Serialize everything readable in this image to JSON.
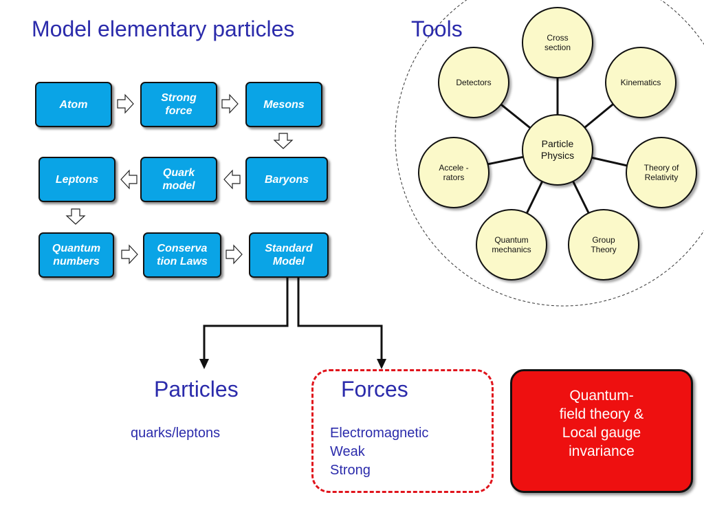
{
  "titles": {
    "main": "Model elementary particles",
    "tools": "Tools"
  },
  "flow": [
    {
      "id": "atom",
      "label": "Atom"
    },
    {
      "id": "strong-force",
      "label": "Strong\nforce"
    },
    {
      "id": "mesons",
      "label": "Mesons"
    },
    {
      "id": "baryons",
      "label": "Baryons"
    },
    {
      "id": "quark-model",
      "label": "Quark\nmodel"
    },
    {
      "id": "leptons",
      "label": "Leptons"
    },
    {
      "id": "quantum-numbers",
      "label": "Quantum\nnumbers"
    },
    {
      "id": "conservation-laws",
      "label": "Conserva\ntion Laws"
    },
    {
      "id": "standard-model",
      "label": "Standard\nModel"
    }
  ],
  "tools": {
    "center": "Particle\nPhysics",
    "items": [
      {
        "id": "cross-section",
        "label": "Cross\nsection"
      },
      {
        "id": "kinematics",
        "label": "Kinematics"
      },
      {
        "id": "relativity",
        "label": "Theory of\nRelativity"
      },
      {
        "id": "group-theory",
        "label": "Group\nTheory"
      },
      {
        "id": "quantum-mechanics",
        "label": "Quantum\nmechanics"
      },
      {
        "id": "accelerators",
        "label": "Accele -\nrators"
      },
      {
        "id": "detectors",
        "label": "Detectors"
      }
    ]
  },
  "particles": {
    "heading": "Particles",
    "text": "quarks/leptons"
  },
  "forces": {
    "heading": "Forces",
    "text": "Electromagnetic\nWeak\nStrong"
  },
  "qft": {
    "text": "Quantum-\nfield theory &\nLocal gauge\ninvariance"
  },
  "colors": {
    "box": "#0aa4e6",
    "tool": "#fbf9c9",
    "title": "#2b2bab",
    "dashed": "#e0141c",
    "qft": "#ee1010"
  }
}
